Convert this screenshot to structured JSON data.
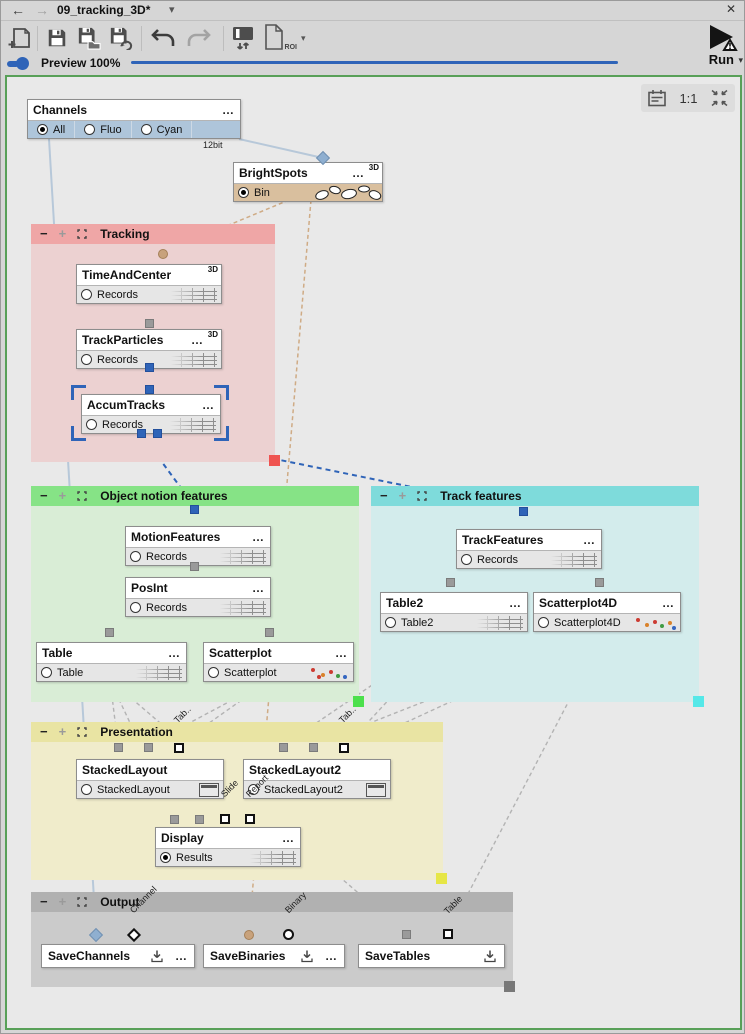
{
  "titlebar": {
    "back": "←",
    "forward": "→",
    "title": "09_tracking_3D*",
    "caret": "▾",
    "close": "✕"
  },
  "toolbar": {
    "roi": "ROI",
    "roi_caret": "▾",
    "run": "Run",
    "run_caret": "▾"
  },
  "preview": {
    "label": "Preview 100%"
  },
  "canvas_toolbar": {
    "zoom": "1:1"
  },
  "group_icons": {
    "collapse": "−",
    "add": "+"
  },
  "groups": {
    "tracking": {
      "label": "Tracking"
    },
    "object_features": {
      "label": "Object notion features"
    },
    "track_features": {
      "label": "Track features"
    },
    "presentation": {
      "label": "Presentation"
    },
    "output": {
      "label": "Output"
    }
  },
  "node_common": {
    "menu": "…",
    "badge_3d": "3D"
  },
  "nodes": {
    "channels": {
      "title": "Channels",
      "options": [
        "All",
        "Fluo",
        "Cyan"
      ],
      "selected": "All"
    },
    "brightspots": {
      "title": "BrightSpots",
      "row": "Bin"
    },
    "timeandcenter": {
      "title": "TimeAndCenter",
      "row": "Records"
    },
    "trackparticles": {
      "title": "TrackParticles",
      "row": "Records"
    },
    "accumtracks": {
      "title": "AccumTracks",
      "row": "Records"
    },
    "motionfeatures": {
      "title": "MotionFeatures",
      "row": "Records"
    },
    "posint": {
      "title": "PosInt",
      "row": "Records"
    },
    "table": {
      "title": "Table",
      "row": "Table"
    },
    "scatterplot": {
      "title": "Scatterplot",
      "row": "Scatterplot"
    },
    "trackfeatures": {
      "title": "TrackFeatures",
      "row": "Records"
    },
    "table2": {
      "title": "Table2",
      "row": "Table2"
    },
    "scatterplot4d": {
      "title": "Scatterplot4D",
      "row": "Scatterplot4D"
    },
    "stackedlayout": {
      "title": "StackedLayout",
      "row": "StackedLayout"
    },
    "stackedlayout2": {
      "title": "StackedLayout2",
      "row": "StackedLayout2"
    },
    "display": {
      "title": "Display",
      "row": "Results"
    },
    "savechannels": {
      "title": "SaveChannels"
    },
    "savebinaries": {
      "title": "SaveBinaries"
    },
    "savetables": {
      "title": "SaveTables"
    }
  },
  "wire_labels": {
    "bit12": "12bit"
  },
  "port_labels": {
    "tab": "Tab..",
    "slide": "Slide",
    "report": "Report",
    "channel": "Channel",
    "binary": "Binary",
    "table": "Table"
  },
  "colors": {
    "accent_blue": "#2f64b8",
    "group_tracking": "#efa6a6",
    "group_object": "#86e386",
    "group_track": "#7edbdb",
    "group_presentation": "#e9e4a3",
    "group_output": "#b1b1b1",
    "canvas_border": "#58a058",
    "handle_red": "#ef5350",
    "handle_green": "#4ce04c",
    "handle_cyan": "#55e8e8",
    "handle_yellow": "#e6e645",
    "handle_gray": "#787878"
  }
}
